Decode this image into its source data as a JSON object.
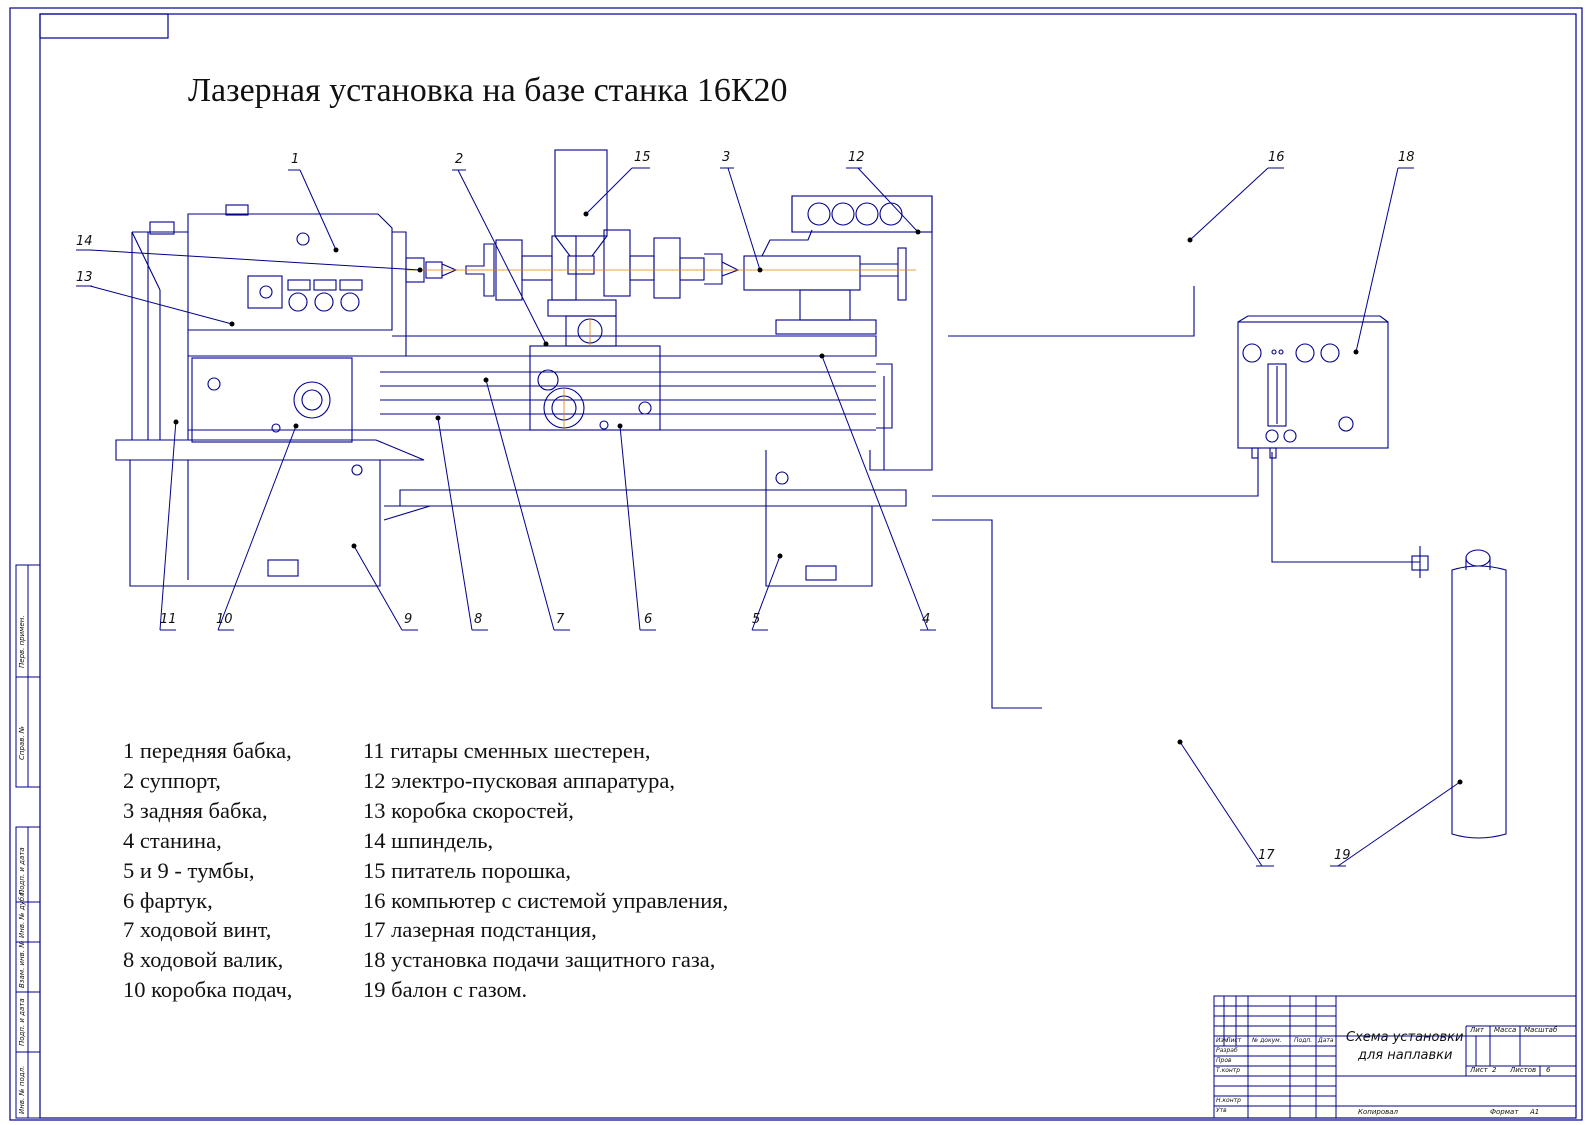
{
  "title": "Лазерная установка на базе станка 16К20",
  "callouts": [
    "1",
    "2",
    "15",
    "3",
    "12",
    "16",
    "18",
    "14",
    "13",
    "11",
    "10",
    "9",
    "8",
    "7",
    "6",
    "5",
    "4",
    "17",
    "19"
  ],
  "legend": [
    [
      "1 передняя бабка,",
      "11 гитары сменных шестерен,"
    ],
    [
      "2 суппорт,",
      "12 электро-пусковая аппаратура,"
    ],
    [
      "3 задняя бабка,",
      "13 коробка скоростей,"
    ],
    [
      "4 станина,",
      "14 шпиндель,"
    ],
    [
      "5 и  9 - тумбы,",
      "15 питатель порошка,"
    ],
    [
      "6 фартук,",
      "16 компьютер с системой управления,"
    ],
    [
      "7 ходовой винт,",
      "17 лазерная подстанция,"
    ],
    [
      "8 ходовой валик,",
      "18 установка подачи защитного газа,"
    ],
    [
      "10 коробка подач,",
      "19 балон с газом."
    ]
  ],
  "title_block": {
    "drawing_name_1": "Схема установки",
    "drawing_name_2": "для наплавки",
    "lit": "Лит",
    "mass": "Масса",
    "scale": "Масштаб",
    "sheet": "Лист",
    "sheet_no": "2",
    "sheets": "Листов",
    "sheets_no": "6",
    "copied": "Копировал",
    "format": "Формат",
    "format_val": "А1",
    "razrab": "Разраб",
    "prov": "Пров",
    "tkontr": "Т.контр",
    "nkontr": "Н.контр",
    "utv": "Утв",
    "izm": "Изм",
    "list_col": "Лист",
    "doc_no": "№ докум.",
    "podp": "Подп.",
    "data": "Дата"
  },
  "side_labels": [
    "Перв. примен.",
    "Справ. №",
    "Подп. и дата",
    "Инв. № дубл.",
    "Взам. инв. №",
    "Подп. и дата",
    "Инв. № подл."
  ]
}
